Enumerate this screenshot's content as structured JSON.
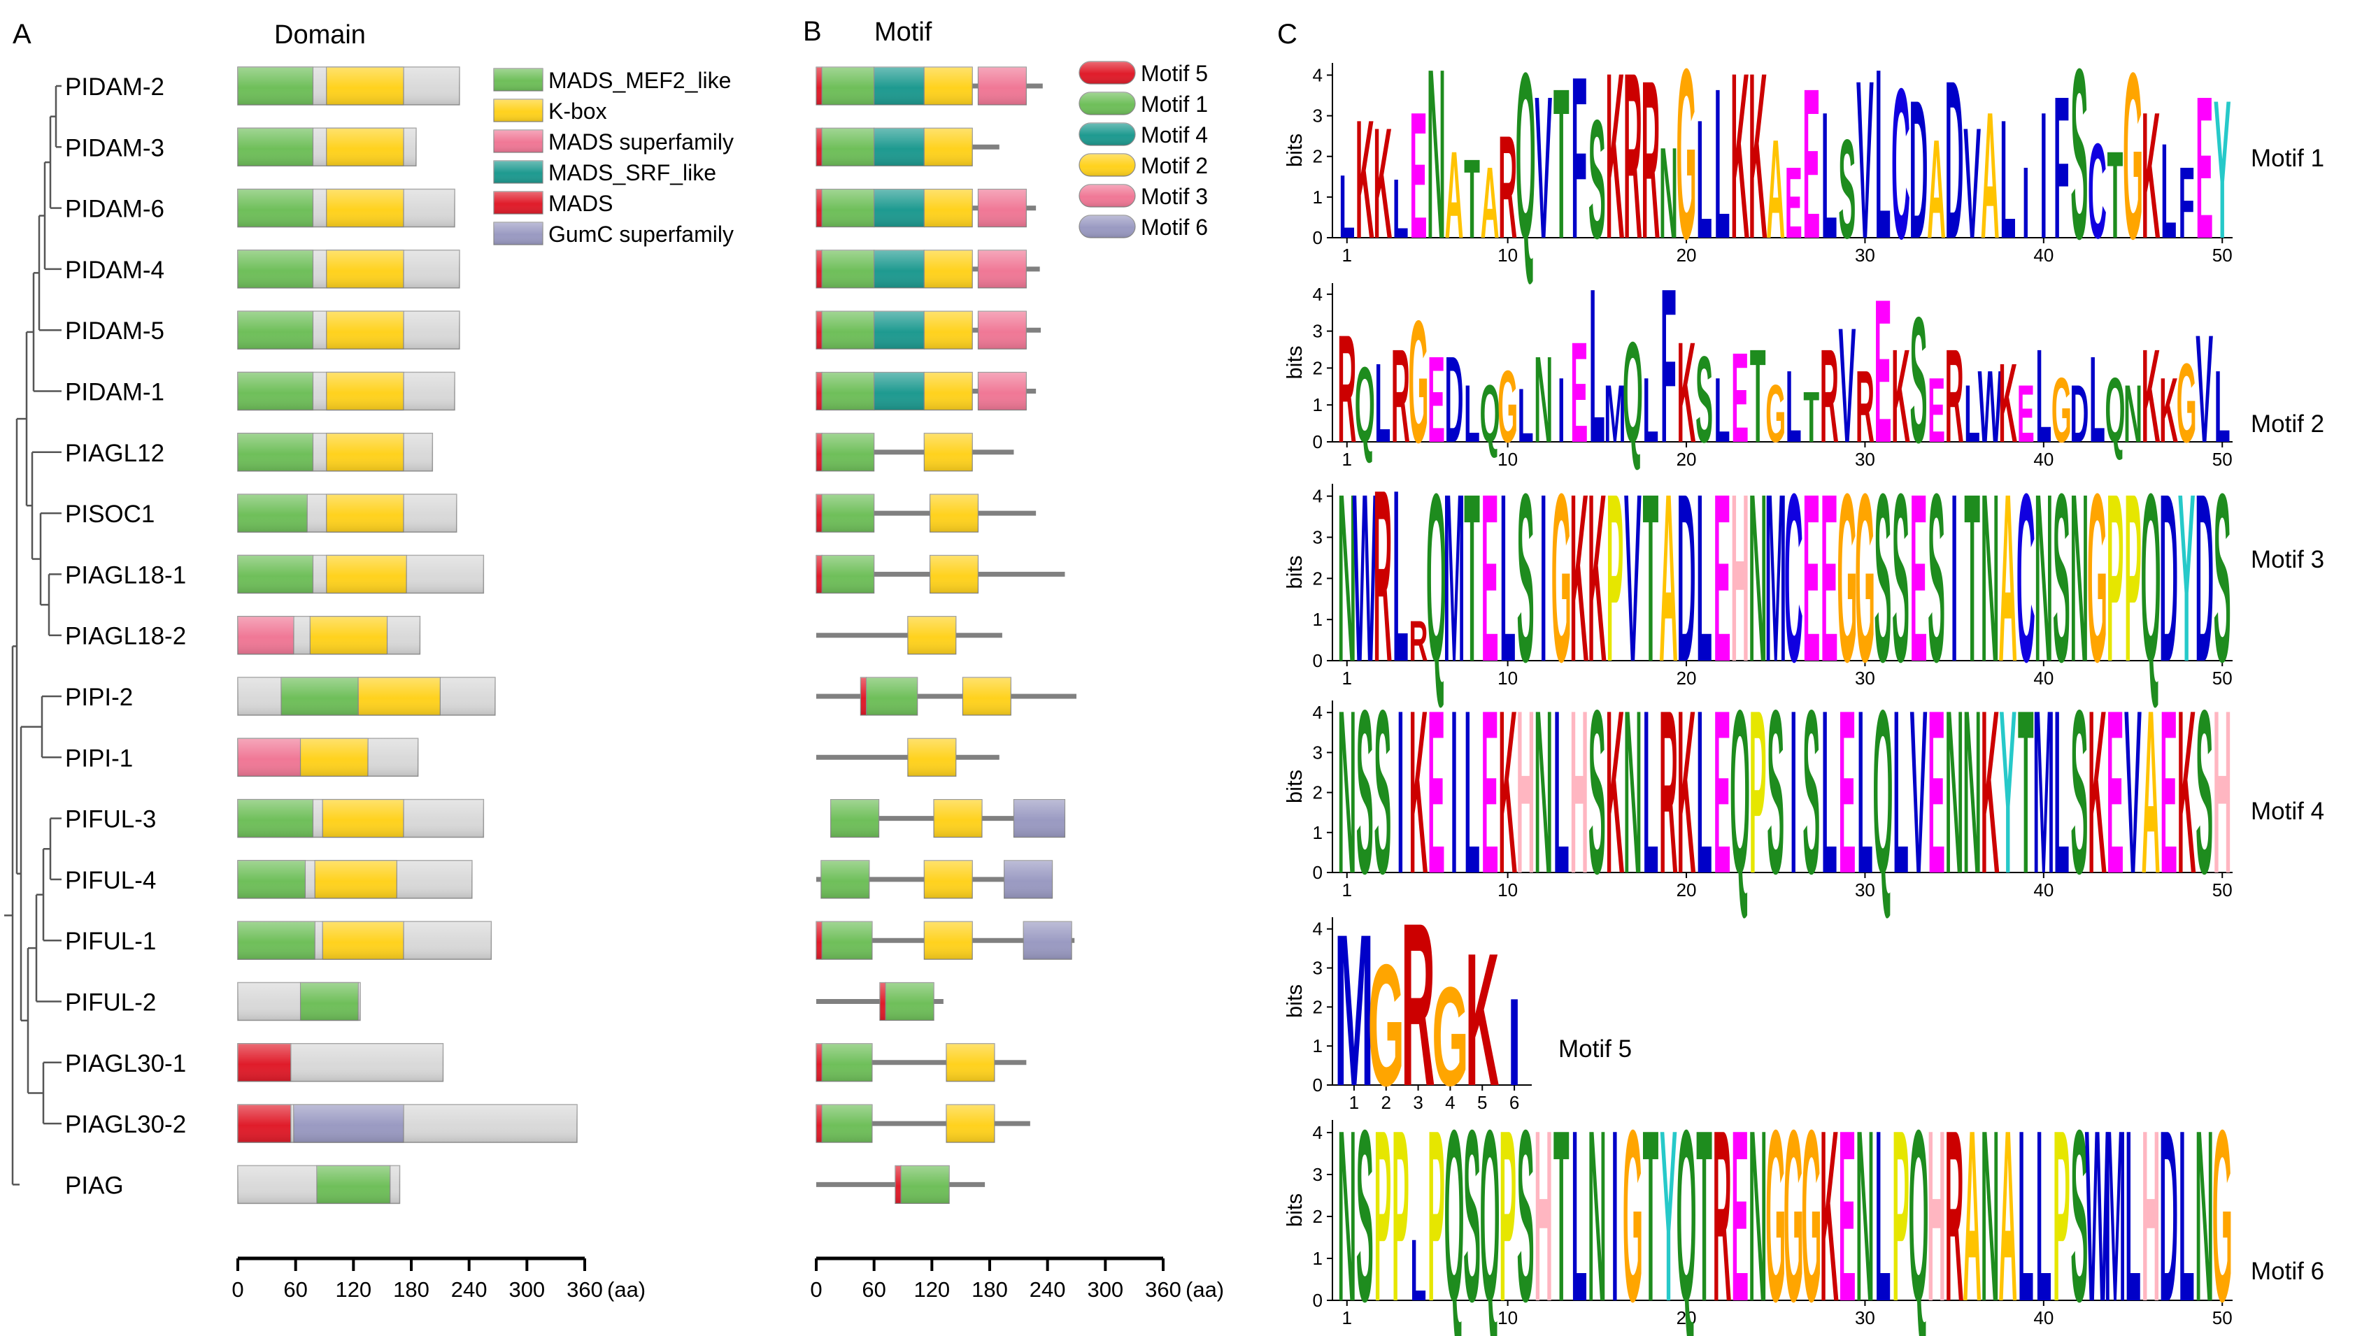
{
  "panels": {
    "a_letter": "A",
    "a_title": "Domain",
    "b_letter": "B",
    "b_title": "Motif",
    "c_letter": "C"
  },
  "genes": [
    "PIDAM-2",
    "PIDAM-3",
    "PIDAM-6",
    "PIDAM-4",
    "PIDAM-5",
    "PIDAM-1",
    "PIAGL12",
    "PISOC1",
    "PIAGL18-1",
    "PIAGL18-2",
    "PIPI-2",
    "PIPI-1",
    "PIFUL-3",
    "PIFUL-4",
    "PIFUL-1",
    "PIFUL-2",
    "PIAGL30-1",
    "PIAGL30-2",
    "PIAG"
  ],
  "colors": {
    "MADS_MEF2_like": "#6fbf5a",
    "K_box": "#ffd21e",
    "MADS_superfamily": "#f07896",
    "MADS_SRF_like": "#1e9a90",
    "MADS": "#e01c2a",
    "GumC": "#9a9ac2",
    "protein": "#d9d9d9",
    "motif_line": "#808080"
  },
  "domain_legend": [
    {
      "key": "MADS_MEF2_like",
      "label": "MADS_MEF2_like"
    },
    {
      "key": "K_box",
      "label": "K-box"
    },
    {
      "key": "MADS_superfamily",
      "label": "MADS superfamily"
    },
    {
      "key": "MADS_SRF_like",
      "label": "MADS_SRF_like"
    },
    {
      "key": "MADS",
      "label": "MADS"
    },
    {
      "key": "GumC",
      "label": "GumC superfamily"
    }
  ],
  "motif_legend": [
    {
      "key": "MADS",
      "label": "Motif 5"
    },
    {
      "key": "MADS_MEF2_like",
      "label": "Motif 1"
    },
    {
      "key": "MADS_SRF_like",
      "label": "Motif 4"
    },
    {
      "key": "K_box",
      "label": "Motif 2"
    },
    {
      "key": "MADS_superfamily",
      "label": "Motif 3"
    },
    {
      "key": "GumC",
      "label": "Motif 6"
    }
  ],
  "domain_proteins": [
    {
      "length": 230,
      "domains": [
        [
          0,
          78,
          "MADS_MEF2_like"
        ],
        [
          92,
          172,
          "K_box"
        ]
      ]
    },
    {
      "length": 185,
      "domains": [
        [
          0,
          78,
          "MADS_MEF2_like"
        ],
        [
          92,
          172,
          "K_box"
        ]
      ]
    },
    {
      "length": 225,
      "domains": [
        [
          0,
          78,
          "MADS_MEF2_like"
        ],
        [
          92,
          172,
          "K_box"
        ]
      ]
    },
    {
      "length": 230,
      "domains": [
        [
          0,
          78,
          "MADS_MEF2_like"
        ],
        [
          92,
          172,
          "K_box"
        ]
      ]
    },
    {
      "length": 230,
      "domains": [
        [
          0,
          78,
          "MADS_MEF2_like"
        ],
        [
          92,
          172,
          "K_box"
        ]
      ]
    },
    {
      "length": 225,
      "domains": [
        [
          0,
          78,
          "MADS_MEF2_like"
        ],
        [
          92,
          172,
          "K_box"
        ]
      ]
    },
    {
      "length": 202,
      "domains": [
        [
          0,
          78,
          "MADS_MEF2_like"
        ],
        [
          92,
          172,
          "K_box"
        ]
      ]
    },
    {
      "length": 227,
      "domains": [
        [
          0,
          72,
          "MADS_MEF2_like"
        ],
        [
          92,
          172,
          "K_box"
        ]
      ]
    },
    {
      "length": 255,
      "domains": [
        [
          0,
          78,
          "MADS_MEF2_like"
        ],
        [
          92,
          175,
          "K_box"
        ]
      ]
    },
    {
      "length": 189,
      "domains": [
        [
          0,
          58,
          "MADS_superfamily"
        ],
        [
          75,
          155,
          "K_box"
        ]
      ]
    },
    {
      "length": 267,
      "domains": [
        [
          45,
          125,
          "MADS_MEF2_like"
        ],
        [
          125,
          210,
          "K_box"
        ]
      ]
    },
    {
      "length": 187,
      "domains": [
        [
          0,
          65,
          "MADS_superfamily"
        ],
        [
          65,
          135,
          "K_box"
        ]
      ]
    },
    {
      "length": 255,
      "domains": [
        [
          0,
          78,
          "MADS_MEF2_like"
        ],
        [
          88,
          172,
          "K_box"
        ]
      ]
    },
    {
      "length": 243,
      "domains": [
        [
          0,
          70,
          "MADS_MEF2_like"
        ],
        [
          80,
          165,
          "K_box"
        ]
      ]
    },
    {
      "length": 263,
      "domains": [
        [
          0,
          80,
          "MADS_MEF2_like"
        ],
        [
          88,
          172,
          "K_box"
        ]
      ]
    },
    {
      "length": 127,
      "domains": [
        [
          65,
          125,
          "MADS_MEF2_like"
        ]
      ]
    },
    {
      "length": 213,
      "domains": [
        [
          0,
          55,
          "MADS"
        ]
      ]
    },
    {
      "length": 352,
      "domains": [
        [
          0,
          55,
          "MADS"
        ],
        [
          58,
          172,
          "GumC"
        ]
      ]
    },
    {
      "length": 168,
      "domains": [
        [
          82,
          158,
          "MADS_MEF2_like"
        ]
      ]
    }
  ],
  "motif_proteins": [
    {
      "line": [
        0,
        235
      ],
      "motifs": [
        [
          0,
          6,
          "MADS"
        ],
        [
          6,
          60,
          "MADS_MEF2_like"
        ],
        [
          60,
          112,
          "MADS_SRF_like"
        ],
        [
          112,
          162,
          "K_box"
        ],
        [
          168,
          218,
          "MADS_superfamily"
        ]
      ]
    },
    {
      "line": [
        0,
        190
      ],
      "motifs": [
        [
          0,
          6,
          "MADS"
        ],
        [
          6,
          60,
          "MADS_MEF2_like"
        ],
        [
          60,
          112,
          "MADS_SRF_like"
        ],
        [
          112,
          162,
          "K_box"
        ]
      ]
    },
    {
      "line": [
        0,
        228
      ],
      "motifs": [
        [
          0,
          6,
          "MADS"
        ],
        [
          6,
          60,
          "MADS_MEF2_like"
        ],
        [
          60,
          112,
          "MADS_SRF_like"
        ],
        [
          112,
          162,
          "K_box"
        ],
        [
          168,
          218,
          "MADS_superfamily"
        ]
      ]
    },
    {
      "line": [
        0,
        232
      ],
      "motifs": [
        [
          0,
          6,
          "MADS"
        ],
        [
          6,
          60,
          "MADS_MEF2_like"
        ],
        [
          60,
          112,
          "MADS_SRF_like"
        ],
        [
          112,
          162,
          "K_box"
        ],
        [
          168,
          218,
          "MADS_superfamily"
        ]
      ]
    },
    {
      "line": [
        0,
        233
      ],
      "motifs": [
        [
          0,
          6,
          "MADS"
        ],
        [
          6,
          60,
          "MADS_MEF2_like"
        ],
        [
          60,
          112,
          "MADS_SRF_like"
        ],
        [
          112,
          162,
          "K_box"
        ],
        [
          168,
          218,
          "MADS_superfamily"
        ]
      ]
    },
    {
      "line": [
        0,
        228
      ],
      "motifs": [
        [
          0,
          6,
          "MADS"
        ],
        [
          6,
          60,
          "MADS_MEF2_like"
        ],
        [
          60,
          112,
          "MADS_SRF_like"
        ],
        [
          112,
          162,
          "K_box"
        ],
        [
          168,
          218,
          "MADS_superfamily"
        ]
      ]
    },
    {
      "line": [
        0,
        205
      ],
      "motifs": [
        [
          0,
          6,
          "MADS"
        ],
        [
          6,
          60,
          "MADS_MEF2_like"
        ],
        [
          112,
          162,
          "K_box"
        ]
      ]
    },
    {
      "line": [
        0,
        228
      ],
      "motifs": [
        [
          0,
          6,
          "MADS"
        ],
        [
          6,
          60,
          "MADS_MEF2_like"
        ],
        [
          118,
          168,
          "K_box"
        ]
      ]
    },
    {
      "line": [
        0,
        258
      ],
      "motifs": [
        [
          0,
          6,
          "MADS"
        ],
        [
          6,
          60,
          "MADS_MEF2_like"
        ],
        [
          118,
          168,
          "K_box"
        ]
      ]
    },
    {
      "line": [
        0,
        193
      ],
      "motifs": [
        [
          95,
          145,
          "K_box"
        ]
      ]
    },
    {
      "line": [
        0,
        270
      ],
      "motifs": [
        [
          46,
          52,
          "MADS"
        ],
        [
          52,
          105,
          "MADS_MEF2_like"
        ],
        [
          152,
          202,
          "K_box"
        ]
      ]
    },
    {
      "line": [
        0,
        190
      ],
      "motifs": [
        [
          95,
          145,
          "K_box"
        ]
      ]
    },
    {
      "line": [
        15,
        258
      ],
      "motifs": [
        [
          15,
          65,
          "MADS_MEF2_like"
        ],
        [
          122,
          172,
          "K_box"
        ],
        [
          205,
          258,
          "GumC"
        ]
      ]
    },
    {
      "line": [
        0,
        245
      ],
      "motifs": [
        [
          5,
          55,
          "MADS_MEF2_like"
        ],
        [
          112,
          162,
          "K_box"
        ],
        [
          195,
          245,
          "GumC"
        ]
      ]
    },
    {
      "line": [
        0,
        268
      ],
      "motifs": [
        [
          0,
          6,
          "MADS"
        ],
        [
          6,
          58,
          "MADS_MEF2_like"
        ],
        [
          112,
          162,
          "K_box"
        ],
        [
          215,
          265,
          "GumC"
        ]
      ]
    },
    {
      "line": [
        0,
        132
      ],
      "motifs": [
        [
          66,
          72,
          "MADS"
        ],
        [
          72,
          122,
          "MADS_MEF2_like"
        ]
      ]
    },
    {
      "line": [
        0,
        218
      ],
      "motifs": [
        [
          0,
          6,
          "MADS"
        ],
        [
          6,
          58,
          "MADS_MEF2_like"
        ],
        [
          135,
          185,
          "K_box"
        ]
      ]
    },
    {
      "line": [
        0,
        222
      ],
      "motifs": [
        [
          0,
          6,
          "MADS"
        ],
        [
          6,
          58,
          "MADS_MEF2_like"
        ],
        [
          135,
          185,
          "K_box"
        ]
      ]
    },
    {
      "line": [
        0,
        175
      ],
      "motifs": [
        [
          82,
          88,
          "MADS"
        ],
        [
          88,
          138,
          "MADS_MEF2_like"
        ]
      ]
    }
  ],
  "axis": {
    "ticks": [
      "0",
      "60",
      "120",
      "180",
      "240",
      "300",
      "360"
    ],
    "unit": "(aa)"
  },
  "logo_colors": {
    "A": "#ffc300",
    "C": "#1000e0",
    "D": "#0000c8",
    "E": "#ff00ff",
    "F": "#0000c8",
    "G": "#ffa500",
    "H": "#ffb6c1",
    "I": "#0000c8",
    "K": "#cc0000",
    "L": "#0000c8",
    "M": "#0000c8",
    "N": "#1e8c1e",
    "P": "#e6e600",
    "Q": "#1e8c1e",
    "R": "#cc0000",
    "S": "#1e8c1e",
    "T": "#1e8c1e",
    "V": "#0000c8",
    "W": "#0000c8",
    "Y": "#26c9c9"
  },
  "logo_common": {
    "y_label": "bits",
    "y_ticks": [
      "0",
      "1",
      "2",
      "3",
      "4"
    ]
  },
  "logos": [
    {
      "label": "Motif 1",
      "x_ticks": [
        "1",
        "10",
        "20",
        "30",
        "40",
        "50"
      ],
      "sequence": "LKKLENATARQVTFSKRRNGLLKKAEELSVLCDADVALIIFSCTGKLFEY",
      "heights": [
        1.6,
        3.0,
        2.8,
        1.5,
        3.2,
        4.3,
        2.2,
        2.0,
        1.8,
        2.6,
        4.2,
        3.6,
        3.8,
        4.1,
        3.0,
        4.2,
        4.2,
        4.0,
        2.3,
        4.3,
        3.0,
        3.8,
        4.2,
        4.2,
        2.5,
        1.8,
        3.8,
        3.2,
        2.5,
        4.0,
        4.3,
        3.8,
        3.5,
        2.5,
        4.0,
        2.8,
        3.2,
        3.0,
        1.8,
        3.2,
        3.6,
        4.3,
        2.4,
        2.2,
        4.2,
        3.2,
        2.4,
        1.8,
        3.6,
        3.5
      ]
    },
    {
      "label": "Motif 2",
      "x_ticks": [
        "1",
        "10",
        "20",
        "30",
        "40",
        "50"
      ],
      "sequence": "RQLRGEDLQGLNIELMQLFKSLETGLTRVREKSERLWKELGDLQNKKGVL",
      "heights": [
        3.0,
        2.1,
        2.2,
        2.6,
        3.4,
        2.4,
        2.4,
        1.6,
        1.6,
        2.0,
        1.5,
        2.4,
        1.8,
        2.8,
        4.3,
        1.6,
        2.8,
        1.8,
        4.3,
        2.8,
        2.4,
        1.8,
        2.5,
        2.6,
        1.6,
        2.0,
        1.4,
        2.6,
        3.2,
        2.0,
        4.0,
        2.6,
        3.5,
        1.8,
        2.6,
        1.6,
        2.0,
        2.2,
        1.6,
        2.6,
        1.8,
        1.6,
        2.4,
        1.8,
        1.6,
        2.6,
        1.8,
        2.2,
        3.0,
        2.0
      ]
    },
    {
      "label": "Motif 3",
      "x_ticks": [
        "1",
        "10",
        "20",
        "30",
        "40",
        "50"
      ],
      "sequence": "NWRLRQMTELSIGKKPVTADLEHNMCEEGGSSESITNACNSNGPPQDYDS",
      "heights": [
        4.2,
        4.2,
        4.3,
        4.3,
        1.0,
        4.2,
        4.2,
        4.2,
        4.2,
        4.2,
        4.2,
        4.2,
        4.2,
        4.2,
        4.2,
        4.2,
        4.2,
        4.2,
        4.2,
        4.2,
        4.2,
        4.2,
        4.2,
        4.2,
        4.2,
        4.2,
        4.2,
        4.2,
        4.2,
        4.2,
        4.2,
        4.2,
        4.2,
        4.2,
        4.2,
        4.2,
        4.2,
        4.2,
        4.2,
        4.2,
        4.2,
        4.2,
        4.2,
        4.2,
        4.2,
        4.2,
        4.2,
        4.2,
        4.2,
        4.2
      ]
    },
    {
      "label": "Motif 4",
      "x_ticks": [
        "1",
        "10",
        "20",
        "30",
        "40",
        "50"
      ],
      "sequence": "NSSIKEILEKHNLHSKNLRKLEQPSISLELQLVENNKYTMLSKEVAEKSH",
      "heights": [
        4.2,
        4.2,
        4.2,
        4.2,
        4.2,
        4.2,
        4.2,
        4.2,
        4.2,
        4.2,
        4.2,
        4.2,
        4.2,
        4.2,
        4.2,
        4.2,
        4.2,
        4.2,
        4.2,
        4.2,
        4.2,
        4.2,
        4.2,
        4.2,
        4.2,
        4.2,
        4.2,
        4.2,
        4.2,
        4.2,
        4.2,
        4.2,
        4.2,
        4.2,
        4.2,
        4.2,
        4.2,
        4.2,
        4.2,
        4.2,
        4.2,
        4.2,
        4.2,
        4.2,
        4.2,
        4.2,
        4.2,
        4.2,
        4.2,
        4.2
      ]
    },
    {
      "label": "Motif 5",
      "x_ticks": [
        "1",
        "2",
        "3",
        "4",
        "5",
        "6"
      ],
      "sequence": "MGRGKI",
      "heights": [
        4.0,
        3.2,
        4.3,
        2.6,
        3.5,
        2.3
      ]
    },
    {
      "label": "Motif 6",
      "x_ticks": [
        "1",
        "10",
        "20",
        "30",
        "40",
        "50"
      ],
      "sequence": "NSPPLPQSQPSHTLNIGTYQTRENGGGKENLPQHRANALLPSWMLHDLNG",
      "heights": [
        4.2,
        4.2,
        4.2,
        4.2,
        1.5,
        4.2,
        4.2,
        4.2,
        4.2,
        4.2,
        4.2,
        4.2,
        4.2,
        4.2,
        4.2,
        4.2,
        4.2,
        4.2,
        4.2,
        4.2,
        4.2,
        4.2,
        4.2,
        4.2,
        4.2,
        4.2,
        4.2,
        4.2,
        4.2,
        4.2,
        4.2,
        4.2,
        4.2,
        4.2,
        4.2,
        4.2,
        4.2,
        4.2,
        4.2,
        4.2,
        4.2,
        4.2,
        4.2,
        4.2,
        4.2,
        4.2,
        4.2,
        4.2,
        4.2,
        4.2
      ]
    }
  ]
}
